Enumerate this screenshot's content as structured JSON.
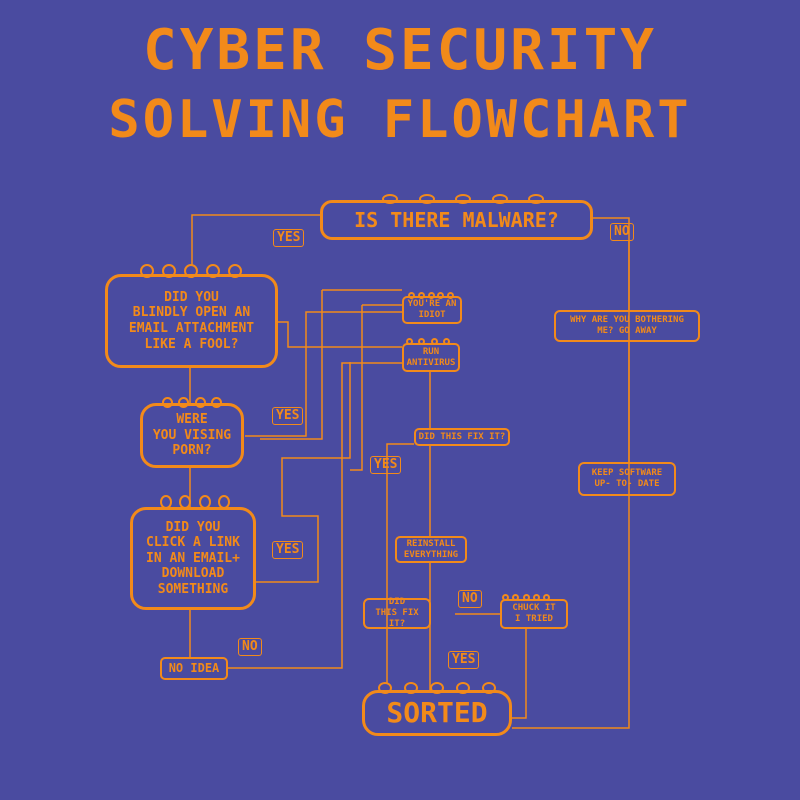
{
  "title": {
    "line1": "CYBER SECURITY",
    "line2": "SOLVING FLOWCHART"
  },
  "nodes": {
    "malware": "IS THERE MALWARE?",
    "attachment": "DID YOU\nBLINDLY OPEN AN\nEMAIL ATTACHMENT\nLIKE A FOOL?",
    "porn": "WERE\nYOU VISING\nPORN?",
    "link": "DID YOU\nCLICK A LINK\nIN AN EMAIL+\nDOWNLOAD\nSOMETHING",
    "no_idea": "NO IDEA",
    "idiot": "YOU'RE AN\nIDIOT",
    "antivirus": "RUN\nANTIVIRUS",
    "fix1": "DID THIS FIX IT?",
    "reinstall": "REINSTALL\nEVERYTHING",
    "fix2": "DID\nTHIS FIX IT?",
    "chuck": "CHUCK IT\nI TRIED",
    "sorted": "SORTED",
    "bothering": "WHY ARE YOU BOTHERING\nME? GO AWAY",
    "keep": "KEEP SOFTWARE\nUP- TO- DATE"
  },
  "labels": {
    "yes_malware": "YES",
    "no_malware": "NO",
    "yes_porn": "YES",
    "yes_link": "YES",
    "no_link": "NO",
    "yes_fix1": "YES",
    "no_fix2": "NO",
    "yes_fix2": "YES"
  },
  "colors": {
    "background": "#4a4ba0",
    "accent": "#f28a1a"
  }
}
